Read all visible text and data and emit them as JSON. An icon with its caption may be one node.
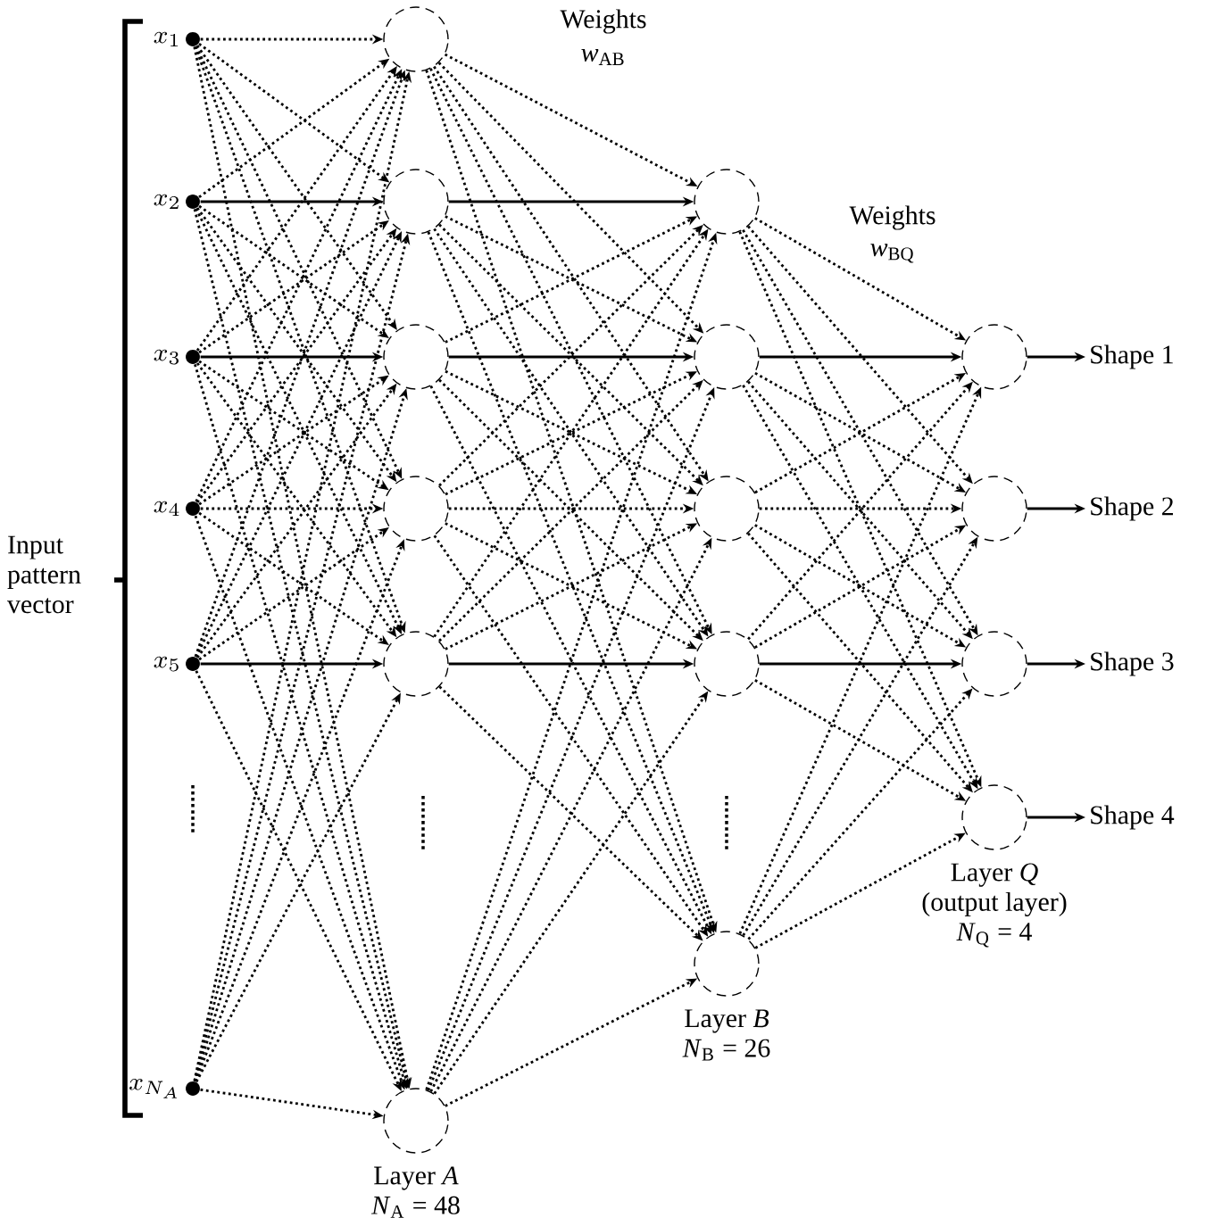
{
  "diagram": {
    "nodes": [
      {
        "text": [
          "x_1"
        ]
      },
      {
        "text": [
          "x_2"
        ]
      },
      {
        "text": [
          "x_3"
        ]
      },
      {
        "text": [
          "x_4"
        ]
      },
      {
        "text": [
          "x_5"
        ]
      },
      {
        "text": [
          "x_{N_A}"
        ]
      },
      {
        "text": [],
        "shape": "circle"
      },
      {
        "text": [],
        "shape": "circle"
      },
      {
        "text": [],
        "shape": "circle"
      },
      {
        "text": [],
        "shape": "circle"
      },
      {
        "text": [],
        "shape": "circle"
      },
      {
        "text": [],
        "shape": "circle",
        "beside": [
          "Layer *A*",
          "*N*$_{A}$ = 48"
        ]
      },
      {
        "text": [],
        "shape": "circle"
      },
      {
        "text": [],
        "shape": "circle"
      },
      {
        "text": [],
        "shape": "circle"
      },
      {
        "text": [],
        "shape": "circle"
      },
      {
        "text": [],
        "shape": "circle",
        "beside": [
          "Layer *B*",
          "*N*$_{B}$ = 26"
        ]
      },
      {
        "text": [],
        "shape": "circle"
      },
      {
        "text": [],
        "shape": "circle"
      },
      {
        "text": [],
        "shape": "circle"
      },
      {
        "text": [],
        "shape": "circle",
        "beside": [
          "Layer *Q*",
          "(output layer)",
          "*N*$_{Q}$ = 4"
        ]
      },
      {
        "text": [
          "Shape 1"
        ]
      },
      {
        "text": [
          "Shape 2"
        ]
      },
      {
        "text": [
          "Shape 3"
        ]
      },
      {
        "text": [
          "Shape 4"
        ]
      }
    ],
    "edges": [
      {
        "from": 0,
        "to": 6,
        "arrow": "to",
        "style": "dashed"
      },
      {
        "from": 0,
        "to": 7,
        "arrow": "to",
        "style": "dashed"
      },
      {
        "from": 0,
        "to": 8,
        "arrow": "to",
        "style": "dashed"
      },
      {
        "from": 0,
        "to": 9,
        "arrow": "to",
        "style": "dashed"
      },
      {
        "from": 0,
        "to": 10,
        "arrow": "to",
        "style": "dashed"
      },
      {
        "from": 0,
        "to": 11,
        "arrow": "to",
        "style": "dashed"
      },
      {
        "from": 1,
        "to": 6,
        "arrow": "to",
        "style": "dashed"
      },
      {
        "from": 1,
        "to": 7,
        "arrow": "to"
      },
      {
        "from": 1,
        "to": 8,
        "arrow": "to",
        "style": "dashed"
      },
      {
        "from": 1,
        "to": 9,
        "arrow": "to",
        "style": "dashed"
      },
      {
        "from": 1,
        "to": 10,
        "arrow": "to",
        "style": "dashed"
      },
      {
        "from": 1,
        "to": 11,
        "arrow": "to",
        "style": "dashed"
      },
      {
        "from": 2,
        "to": 6,
        "arrow": "to",
        "style": "dashed"
      },
      {
        "from": 2,
        "to": 7,
        "arrow": "to",
        "style": "dashed"
      },
      {
        "from": 2,
        "to": 8,
        "arrow": "to"
      },
      {
        "from": 2,
        "to": 9,
        "arrow": "to",
        "style": "dashed"
      },
      {
        "from": 2,
        "to": 10,
        "arrow": "to",
        "style": "dashed"
      },
      {
        "from": 2,
        "to": 11,
        "arrow": "to",
        "style": "dashed"
      },
      {
        "from": 3,
        "to": 6,
        "arrow": "to",
        "style": "dashed"
      },
      {
        "from": 3,
        "to": 7,
        "arrow": "to",
        "style": "dashed"
      },
      {
        "from": 3,
        "to": 8,
        "arrow": "to",
        "style": "dashed"
      },
      {
        "from": 3,
        "to": 9,
        "arrow": "to",
        "style": "dashed"
      },
      {
        "from": 3,
        "to": 10,
        "arrow": "to",
        "style": "dashed"
      },
      {
        "from": 3,
        "to": 11,
        "arrow": "to",
        "style": "dashed"
      },
      {
        "from": 4,
        "to": 6,
        "arrow": "to",
        "style": "dashed"
      },
      {
        "from": 4,
        "to": 7,
        "arrow": "to",
        "style": "dashed"
      },
      {
        "from": 4,
        "to": 8,
        "arrow": "to",
        "style": "dashed"
      },
      {
        "from": 4,
        "to": 9,
        "arrow": "to",
        "style": "dashed"
      },
      {
        "from": 4,
        "to": 10,
        "arrow": "to"
      },
      {
        "from": 4,
        "to": 11,
        "arrow": "to",
        "style": "dashed"
      },
      {
        "from": 5,
        "to": 6,
        "arrow": "to",
        "style": "dashed"
      },
      {
        "from": 5,
        "to": 7,
        "arrow": "to",
        "style": "dashed"
      },
      {
        "from": 5,
        "to": 8,
        "arrow": "to",
        "style": "dashed"
      },
      {
        "from": 5,
        "to": 9,
        "arrow": "to",
        "style": "dashed"
      },
      {
        "from": 5,
        "to": 10,
        "arrow": "to",
        "style": "dashed"
      },
      {
        "from": 5,
        "to": 11,
        "arrow": "to",
        "style": "dashed"
      },
      {
        "from": 6,
        "to": 12,
        "arrow": "to",
        "style": "dashed"
      },
      {
        "from": 6,
        "to": 13,
        "arrow": "to",
        "style": "dashed"
      },
      {
        "from": 6,
        "to": 14,
        "arrow": "to",
        "style": "dashed"
      },
      {
        "from": 6,
        "to": 15,
        "arrow": "to",
        "style": "dashed"
      },
      {
        "from": 6,
        "to": 16,
        "arrow": "to",
        "style": "dashed"
      },
      {
        "from": 7,
        "to": 12,
        "arrow": "to"
      },
      {
        "from": 7,
        "to": 13,
        "arrow": "to",
        "style": "dashed"
      },
      {
        "from": 7,
        "to": 14,
        "arrow": "to",
        "style": "dashed"
      },
      {
        "from": 7,
        "to": 15,
        "arrow": "to",
        "style": "dashed"
      },
      {
        "from": 7,
        "to": 16,
        "arrow": "to",
        "style": "dashed"
      },
      {
        "from": 8,
        "to": 12,
        "arrow": "to",
        "style": "dashed"
      },
      {
        "from": 8,
        "to": 13,
        "arrow": "to"
      },
      {
        "from": 8,
        "to": 14,
        "arrow": "to",
        "style": "dashed"
      },
      {
        "from": 8,
        "to": 15,
        "arrow": "to",
        "style": "dashed"
      },
      {
        "from": 8,
        "to": 16,
        "arrow": "to",
        "style": "dashed"
      },
      {
        "from": 9,
        "to": 12,
        "arrow": "to",
        "style": "dashed"
      },
      {
        "from": 9,
        "to": 13,
        "arrow": "to",
        "style": "dashed"
      },
      {
        "from": 9,
        "to": 14,
        "arrow": "to",
        "style": "dashed"
      },
      {
        "from": 9,
        "to": 15,
        "arrow": "to",
        "style": "dashed"
      },
      {
        "from": 9,
        "to": 16,
        "arrow": "to",
        "style": "dashed"
      },
      {
        "from": 10,
        "to": 12,
        "arrow": "to",
        "style": "dashed"
      },
      {
        "from": 10,
        "to": 13,
        "arrow": "to",
        "style": "dashed"
      },
      {
        "from": 10,
        "to": 14,
        "arrow": "to",
        "style": "dashed"
      },
      {
        "from": 10,
        "to": 15,
        "arrow": "to"
      },
      {
        "from": 10,
        "to": 16,
        "arrow": "to",
        "style": "dashed"
      },
      {
        "from": 11,
        "to": 12,
        "arrow": "to",
        "style": "dashed"
      },
      {
        "from": 11,
        "to": 13,
        "arrow": "to",
        "style": "dashed"
      },
      {
        "from": 11,
        "to": 14,
        "arrow": "to",
        "style": "dashed"
      },
      {
        "from": 11,
        "to": 15,
        "arrow": "to",
        "style": "dashed"
      },
      {
        "from": 11,
        "to": 16,
        "arrow": "to",
        "style": "dashed"
      },
      {
        "from": 12,
        "to": 17,
        "arrow": "to",
        "style": "dashed"
      },
      {
        "from": 12,
        "to": 18,
        "arrow": "to",
        "style": "dashed"
      },
      {
        "from": 12,
        "to": 19,
        "arrow": "to",
        "style": "dashed"
      },
      {
        "from": 12,
        "to": 20,
        "arrow": "to",
        "style": "dashed"
      },
      {
        "from": 13,
        "to": 17,
        "arrow": "to"
      },
      {
        "from": 13,
        "to": 18,
        "arrow": "to",
        "style": "dashed"
      },
      {
        "from": 13,
        "to": 19,
        "arrow": "to",
        "style": "dashed"
      },
      {
        "from": 13,
        "to": 20,
        "arrow": "to",
        "style": "dashed"
      },
      {
        "from": 14,
        "to": 17,
        "arrow": "to",
        "style": "dashed"
      },
      {
        "from": 14,
        "to": 18,
        "arrow": "to",
        "style": "dashed"
      },
      {
        "from": 14,
        "to": 19,
        "arrow": "to",
        "style": "dashed"
      },
      {
        "from": 14,
        "to": 20,
        "arrow": "to",
        "style": "dashed"
      },
      {
        "from": 15,
        "to": 17,
        "arrow": "to",
        "style": "dashed"
      },
      {
        "from": 15,
        "to": 18,
        "arrow": "to",
        "style": "dashed"
      },
      {
        "from": 15,
        "to": 19,
        "arrow": "to"
      },
      {
        "from": 15,
        "to": 20,
        "arrow": "to",
        "style": "dashed"
      },
      {
        "from": 16,
        "to": 17,
        "arrow": "to",
        "style": "dashed"
      },
      {
        "from": 16,
        "to": 18,
        "arrow": "to",
        "style": "dashed"
      },
      {
        "from": 16,
        "to": 19,
        "arrow": "to",
        "style": "dashed"
      },
      {
        "from": 16,
        "to": 20,
        "arrow": "to",
        "style": "dashed"
      },
      {
        "from": 17,
        "to": 21,
        "arrow": "to"
      },
      {
        "from": 18,
        "to": 22,
        "arrow": "to"
      },
      {
        "from": 19,
        "to": 23,
        "arrow": "to"
      },
      {
        "from": 20,
        "to": 24,
        "arrow": "to"
      }
    ],
    "labels": [
      "Weights",
      "*w*$_{AB}$",
      "Weights",
      "*w*$_{BQ}$",
      "Input pattern vector"
    ]
  }
}
